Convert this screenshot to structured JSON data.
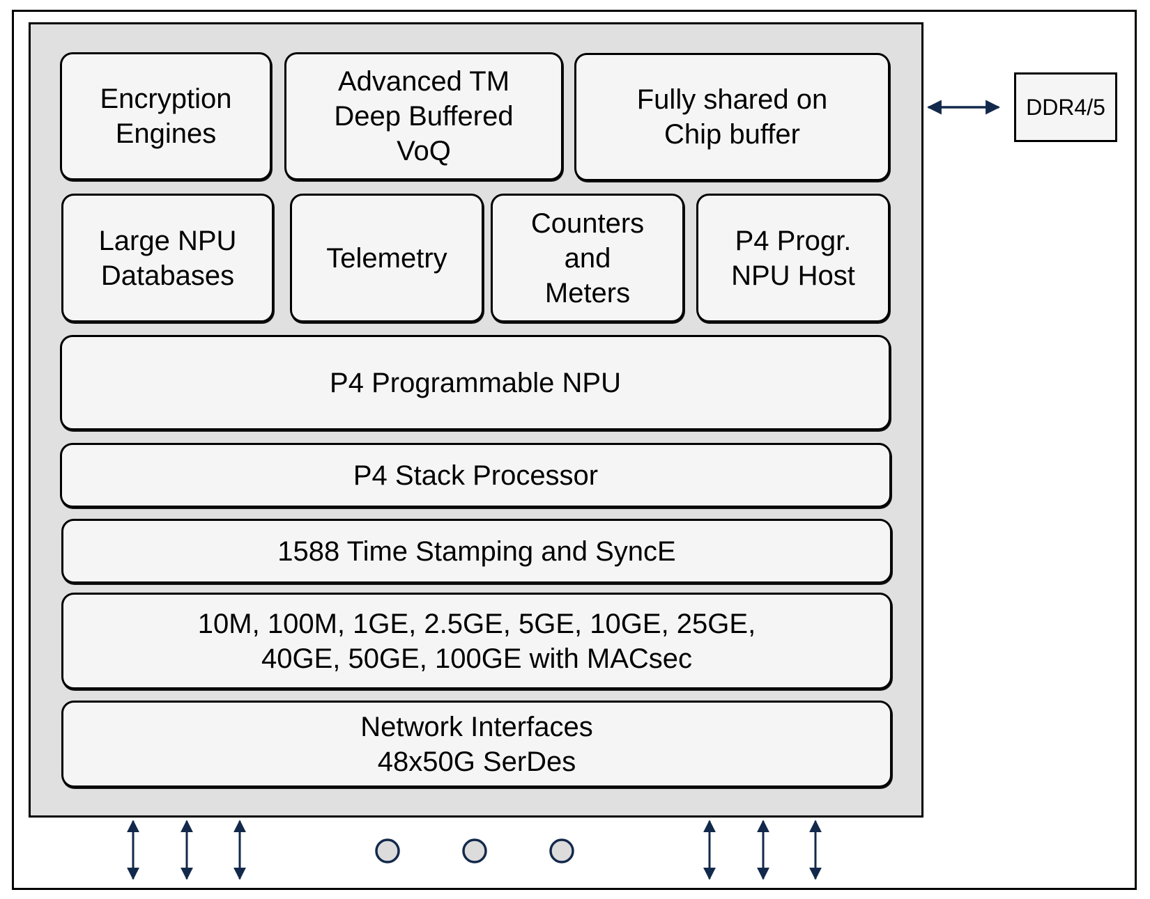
{
  "diagram": {
    "chip_blocks": {
      "row1": [
        {
          "id": "encryption",
          "label": "Encryption\nEngines"
        },
        {
          "id": "advanced-tm",
          "label": "Advanced TM\nDeep Buffered\nVoQ"
        },
        {
          "id": "shared-buffer",
          "label": "Fully shared on\nChip buffer"
        }
      ],
      "row2": [
        {
          "id": "npu-databases",
          "label": "Large NPU\nDatabases"
        },
        {
          "id": "telemetry",
          "label": "Telemetry"
        },
        {
          "id": "counters-meters",
          "label": "Counters\nand\nMeters"
        },
        {
          "id": "npu-host",
          "label": "P4 Progr.\nNPU Host"
        }
      ],
      "layers": [
        {
          "id": "p4-npu",
          "label": "P4 Programmable NPU"
        },
        {
          "id": "p4-stack",
          "label": "P4 Stack Processor"
        },
        {
          "id": "timestamping",
          "label": "1588 Time Stamping and SyncE"
        },
        {
          "id": "mac-speeds",
          "label": "10M, 100M, 1GE, 2.5GE, 5GE, 10GE, 25GE,\n40GE, 50GE, 100GE with MACsec"
        },
        {
          "id": "network-interfaces",
          "label": "Network Interfaces\n48x50G SerDes"
        }
      ]
    },
    "external_memory": {
      "label": "DDR4/5"
    },
    "connectors": {
      "memory_link": "bidirectional-arrow",
      "io_left_count": 3,
      "io_right_count": 3,
      "ellipsis_dots": 3
    },
    "colors": {
      "chip_fill": "#e0e0e0",
      "block_fill": "#f5f5f5",
      "arrow": "#13294b",
      "dot_fill": "#dcdcdc"
    }
  }
}
